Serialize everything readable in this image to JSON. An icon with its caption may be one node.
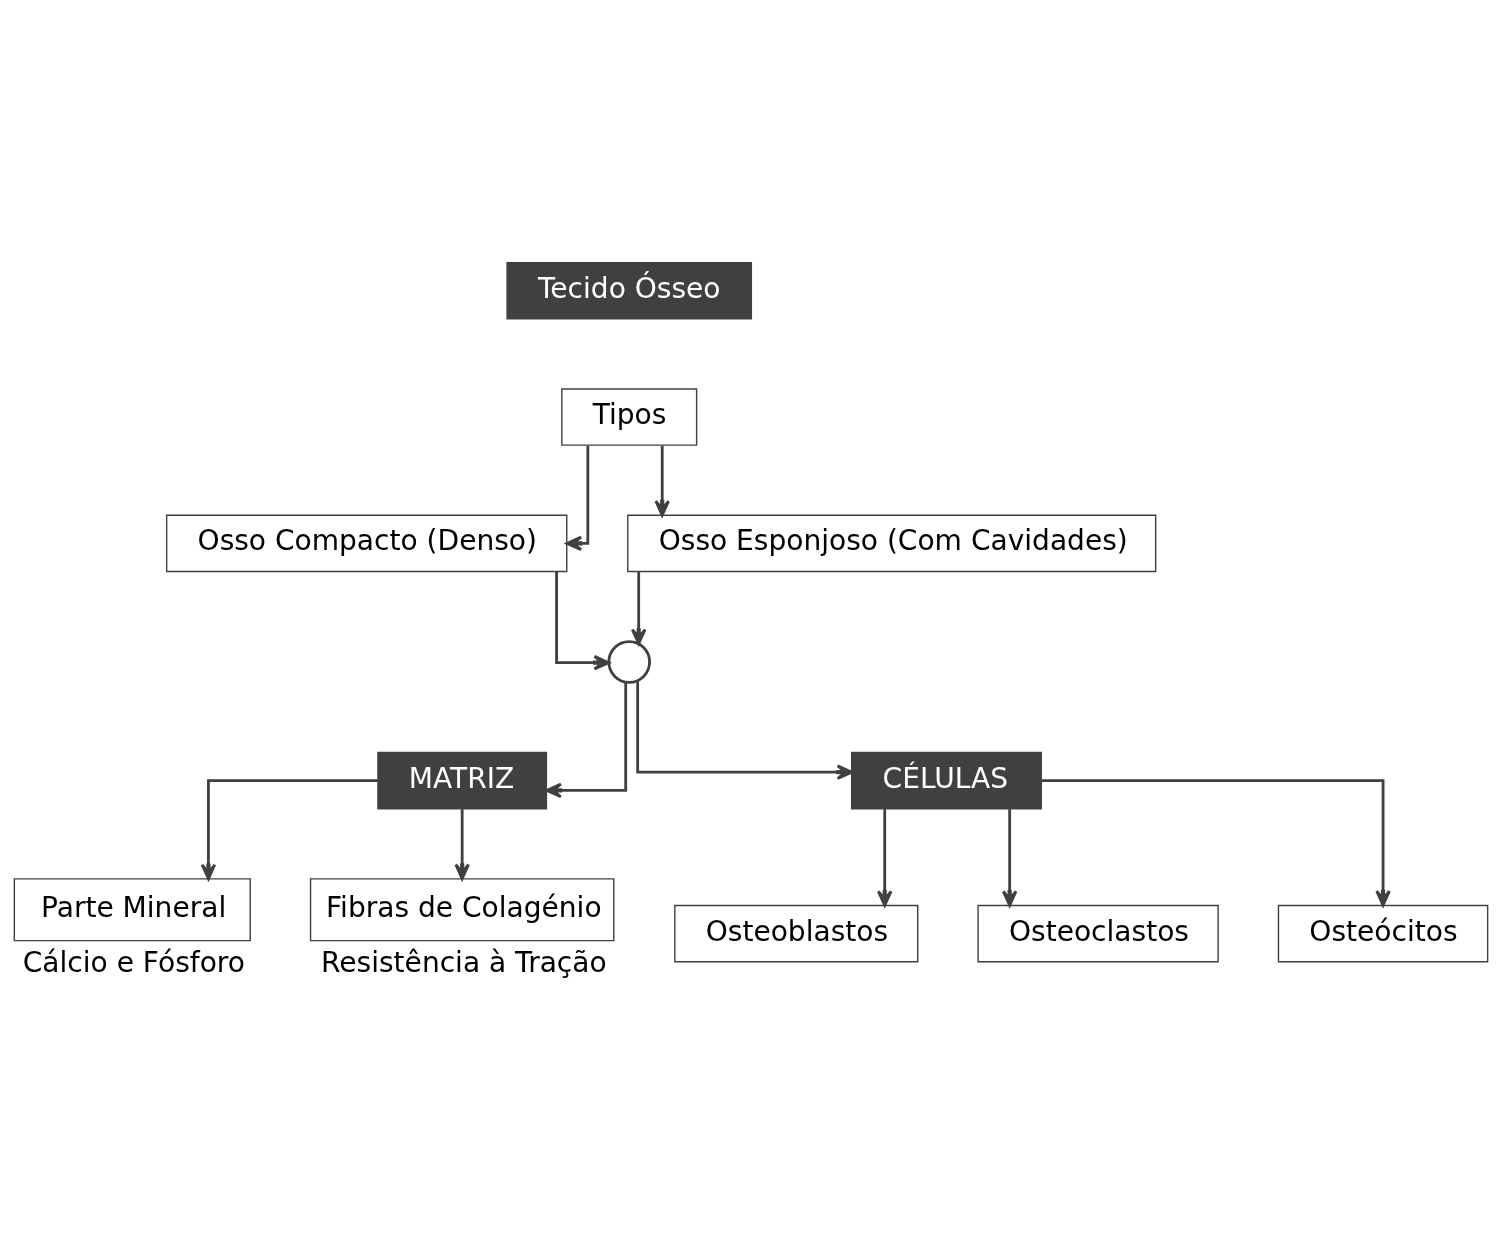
{
  "diagram": {
    "nodes": [
      {
        "text": [
          "Tecido Ósseo"
        ]
      },
      {
        "text": [
          "Tipos"
        ]
      },
      {
        "text": [
          "Osso Compacto (Denso)"
        ]
      },
      {
        "text": [
          "Osso Esponjoso (Com Cavidades)"
        ]
      },
      {
        "text": [],
        "shape": "circle"
      },
      {
        "text": [
          "MATRIZ"
        ]
      },
      {
        "text": [
          "CÉLULAS"
        ]
      },
      {
        "text": [
          "Parte Mineral"
        ],
        "beside": [
          "Cálcio e Fósforo"
        ]
      },
      {
        "text": [
          "Fibras de Colagénio"
        ],
        "beside": [
          "Resistência à Tração"
        ]
      },
      {
        "text": [
          "Osteoblastos"
        ]
      },
      {
        "text": [
          "Osteoclastos"
        ]
      },
      {
        "text": [
          "Osteócitos"
        ]
      }
    ],
    "edges": [
      {
        "from": 1,
        "to": 2,
        "arrow": "to"
      },
      {
        "from": 1,
        "to": 3,
        "arrow": "to"
      },
      {
        "from": 2,
        "to": 4,
        "arrow": "to"
      },
      {
        "from": 3,
        "to": 4,
        "arrow": "to"
      },
      {
        "from": 4,
        "to": 5,
        "arrow": "to"
      },
      {
        "from": 4,
        "to": 6,
        "arrow": "to"
      },
      {
        "from": 5,
        "to": 7,
        "arrow": "to"
      },
      {
        "from": 5,
        "to": 8,
        "arrow": "to"
      },
      {
        "from": 6,
        "to": 9,
        "arrow": "to"
      },
      {
        "from": 6,
        "to": 10,
        "arrow": "to"
      },
      {
        "from": 6,
        "to": 11,
        "arrow": "to"
      }
    ]
  }
}
